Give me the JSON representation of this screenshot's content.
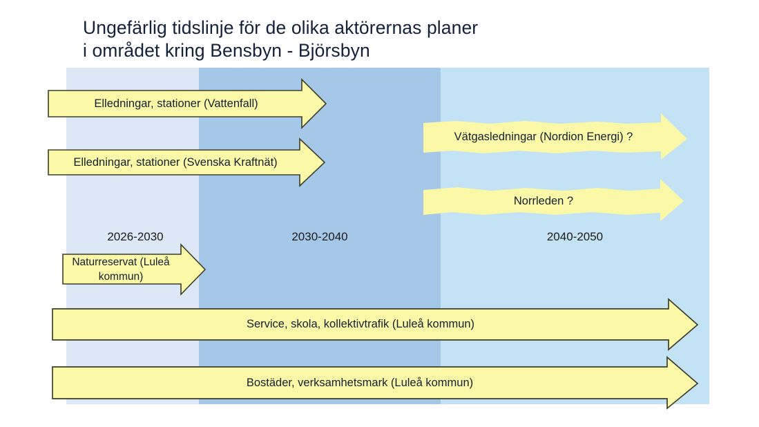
{
  "title": {
    "text": "Ungefärlig tidslinje för de olika aktörernas planer\ni området kring Bensbyn - Björsbyn"
  },
  "colors": {
    "band_early": "#dce8f6",
    "band_mid": "#a6c8e8",
    "band_late": "#c3e3f5",
    "arrow_fill": "#fbf8a8",
    "arrow_outline": "#3d3d2a",
    "text": "#15202e",
    "title_text": "#14213a"
  },
  "timeline": {
    "periods": [
      {
        "label": "2026-2030"
      },
      {
        "label": "2030-2040"
      },
      {
        "label": "2040-2050"
      }
    ]
  },
  "arrows": [
    {
      "id": "elledningar-vattenfall",
      "label": "Elledningar, stationer (Vattenfall)",
      "style": "outlined",
      "start_period": "2026-2030",
      "end_period": "2030-2040"
    },
    {
      "id": "elledningar-svenska-kraftnat",
      "label": "Elledningar, stationer (Svenska Kraftnät)",
      "style": "outlined",
      "start_period": "2026-2030",
      "end_period": "2030-2040"
    },
    {
      "id": "vatgasledningar-nordion-energi",
      "label": "Vätgasledningar (Nordion Energi) ?",
      "style": "rough",
      "start_period": "2040-2050",
      "end_period": "2040-2050"
    },
    {
      "id": "norrleden",
      "label": "Norrleden ?",
      "style": "rough",
      "start_period": "2040-2050",
      "end_period": "2040-2050"
    },
    {
      "id": "naturreservat-lulea-kommun",
      "label": "Naturreservat (Luleå\nkommun)",
      "style": "outlined",
      "start_period": "2026-2030",
      "end_period": "2026-2030"
    },
    {
      "id": "service-skola-kollektivtrafik",
      "label": "Service, skola, kollektivtrafik (Luleå kommun)",
      "style": "outlined",
      "start_period": "2026-2030",
      "end_period": "2040-2050"
    },
    {
      "id": "bostader-verksamhetsmark",
      "label": "Bostäder, verksamhetsmark (Luleå kommun)",
      "style": "outlined",
      "start_period": "2026-2030",
      "end_period": "2040-2050"
    }
  ]
}
